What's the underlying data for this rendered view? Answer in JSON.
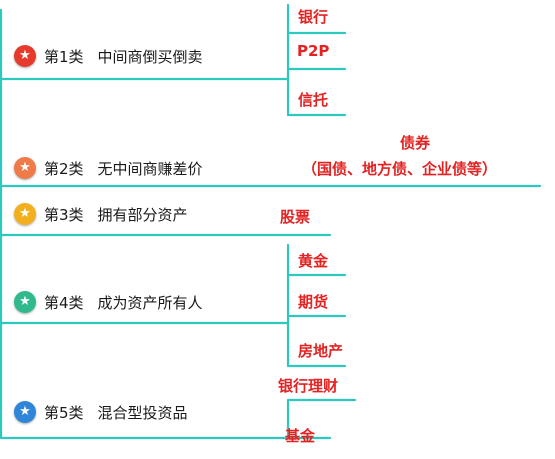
{
  "colors": {
    "line": "#2ec9be",
    "leaf_text": "#e32222",
    "cat_text": "#1a1a1a"
  },
  "categories": [
    {
      "label": "第1类",
      "name": "中间商倒买倒卖",
      "icon": "star-icon",
      "badge_color": "#e53a2c"
    },
    {
      "label": "第2类",
      "name": "无中间商赚差价",
      "icon": "star-icon",
      "badge_color": "#ef7a4a"
    },
    {
      "label": "第3类",
      "name": "拥有部分资产",
      "icon": "star-icon",
      "badge_color": "#f2b01e"
    },
    {
      "label": "第4类",
      "name": "成为资产所有人",
      "icon": "star-icon",
      "badge_color": "#2fb98c"
    },
    {
      "label": "第5类",
      "name": "混合型投资品",
      "icon": "star-icon",
      "badge_color": "#2f86d8"
    }
  ],
  "leaves": {
    "bank": "银行",
    "p2p": "P2P",
    "trust": "信托",
    "bond_title": "债券",
    "bond_detail": "（国债、地方债、企业债等）",
    "stock": "股票",
    "gold": "黄金",
    "futures": "期货",
    "real_estate": "房地产",
    "bank_wm": "银行理财",
    "fund": "基金"
  }
}
